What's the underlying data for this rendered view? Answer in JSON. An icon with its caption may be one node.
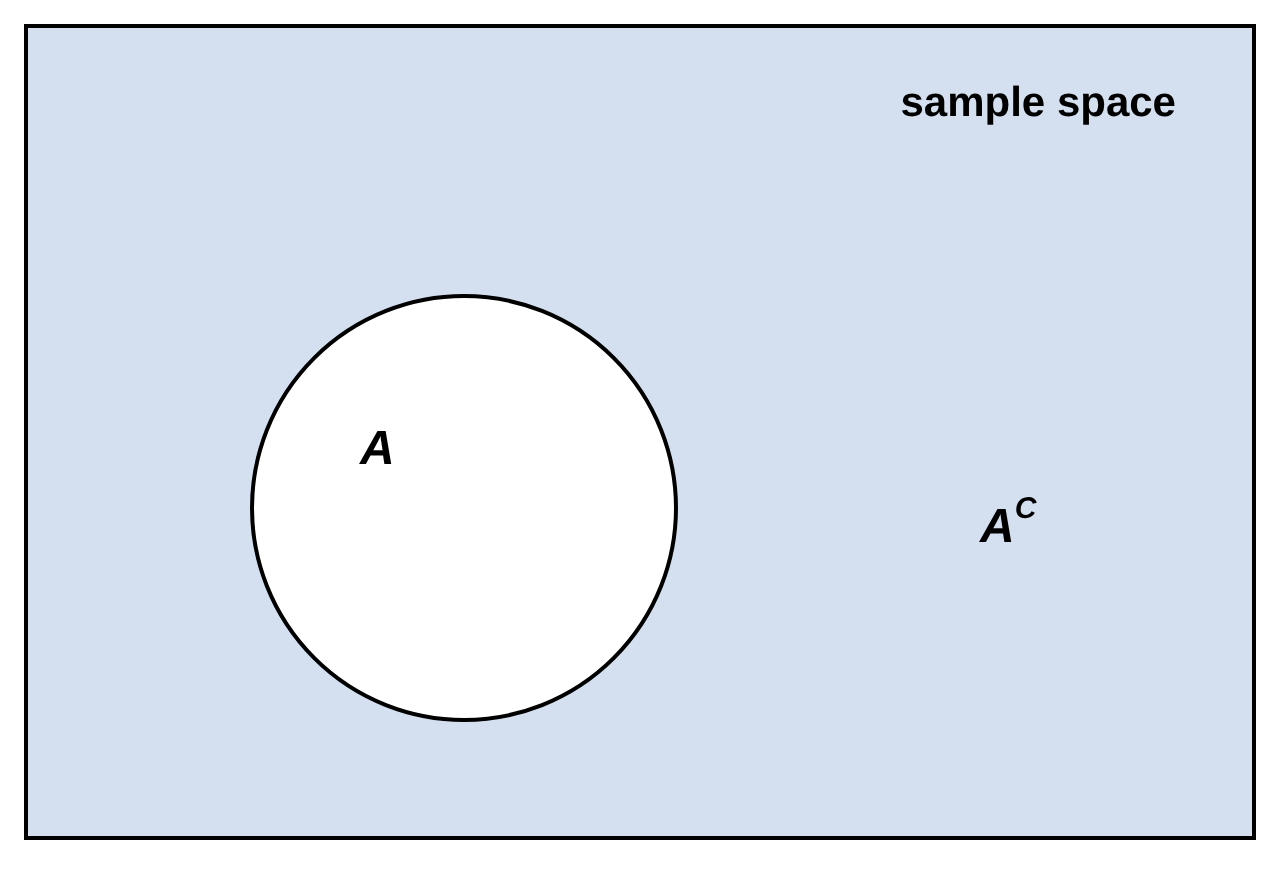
{
  "diagram": {
    "nodes": [
      {
        "text": [
          "sample space",
          "A$^{C}$"
        ]
      },
      {
        "text": [
          "A"
        ],
        "in": 0
      }
    ]
  }
}
